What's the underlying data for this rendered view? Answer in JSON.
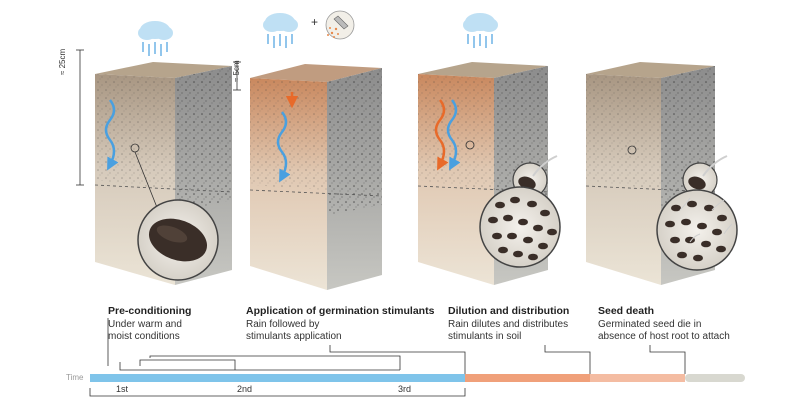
{
  "stages": [
    {
      "title": "Pre-conditioning",
      "desc": "Under warm and\nmoist conditions"
    },
    {
      "title": "Application of germination stimulants",
      "desc": "Rain followed by\nstimulants application"
    },
    {
      "title": "Dilution and distribution",
      "desc": "Rain dilutes and distributes\nstimulants in soil"
    },
    {
      "title": "Seed death",
      "desc": "Germinated seed die in\nabsence of host root to attach"
    }
  ],
  "depth_labels": {
    "first": "≈ 25cm",
    "second": "≈ 5cm"
  },
  "timeline": {
    "label": "Time",
    "ticks": [
      "1st",
      "2nd",
      "3rd"
    ],
    "colors": {
      "blue": "#7fc4ea",
      "orange": "#f0a07a",
      "grey": "#d8d8d0"
    }
  },
  "icons": [
    "rain-cloud-icon",
    "sprayer-icon"
  ],
  "plus_sign": "+"
}
